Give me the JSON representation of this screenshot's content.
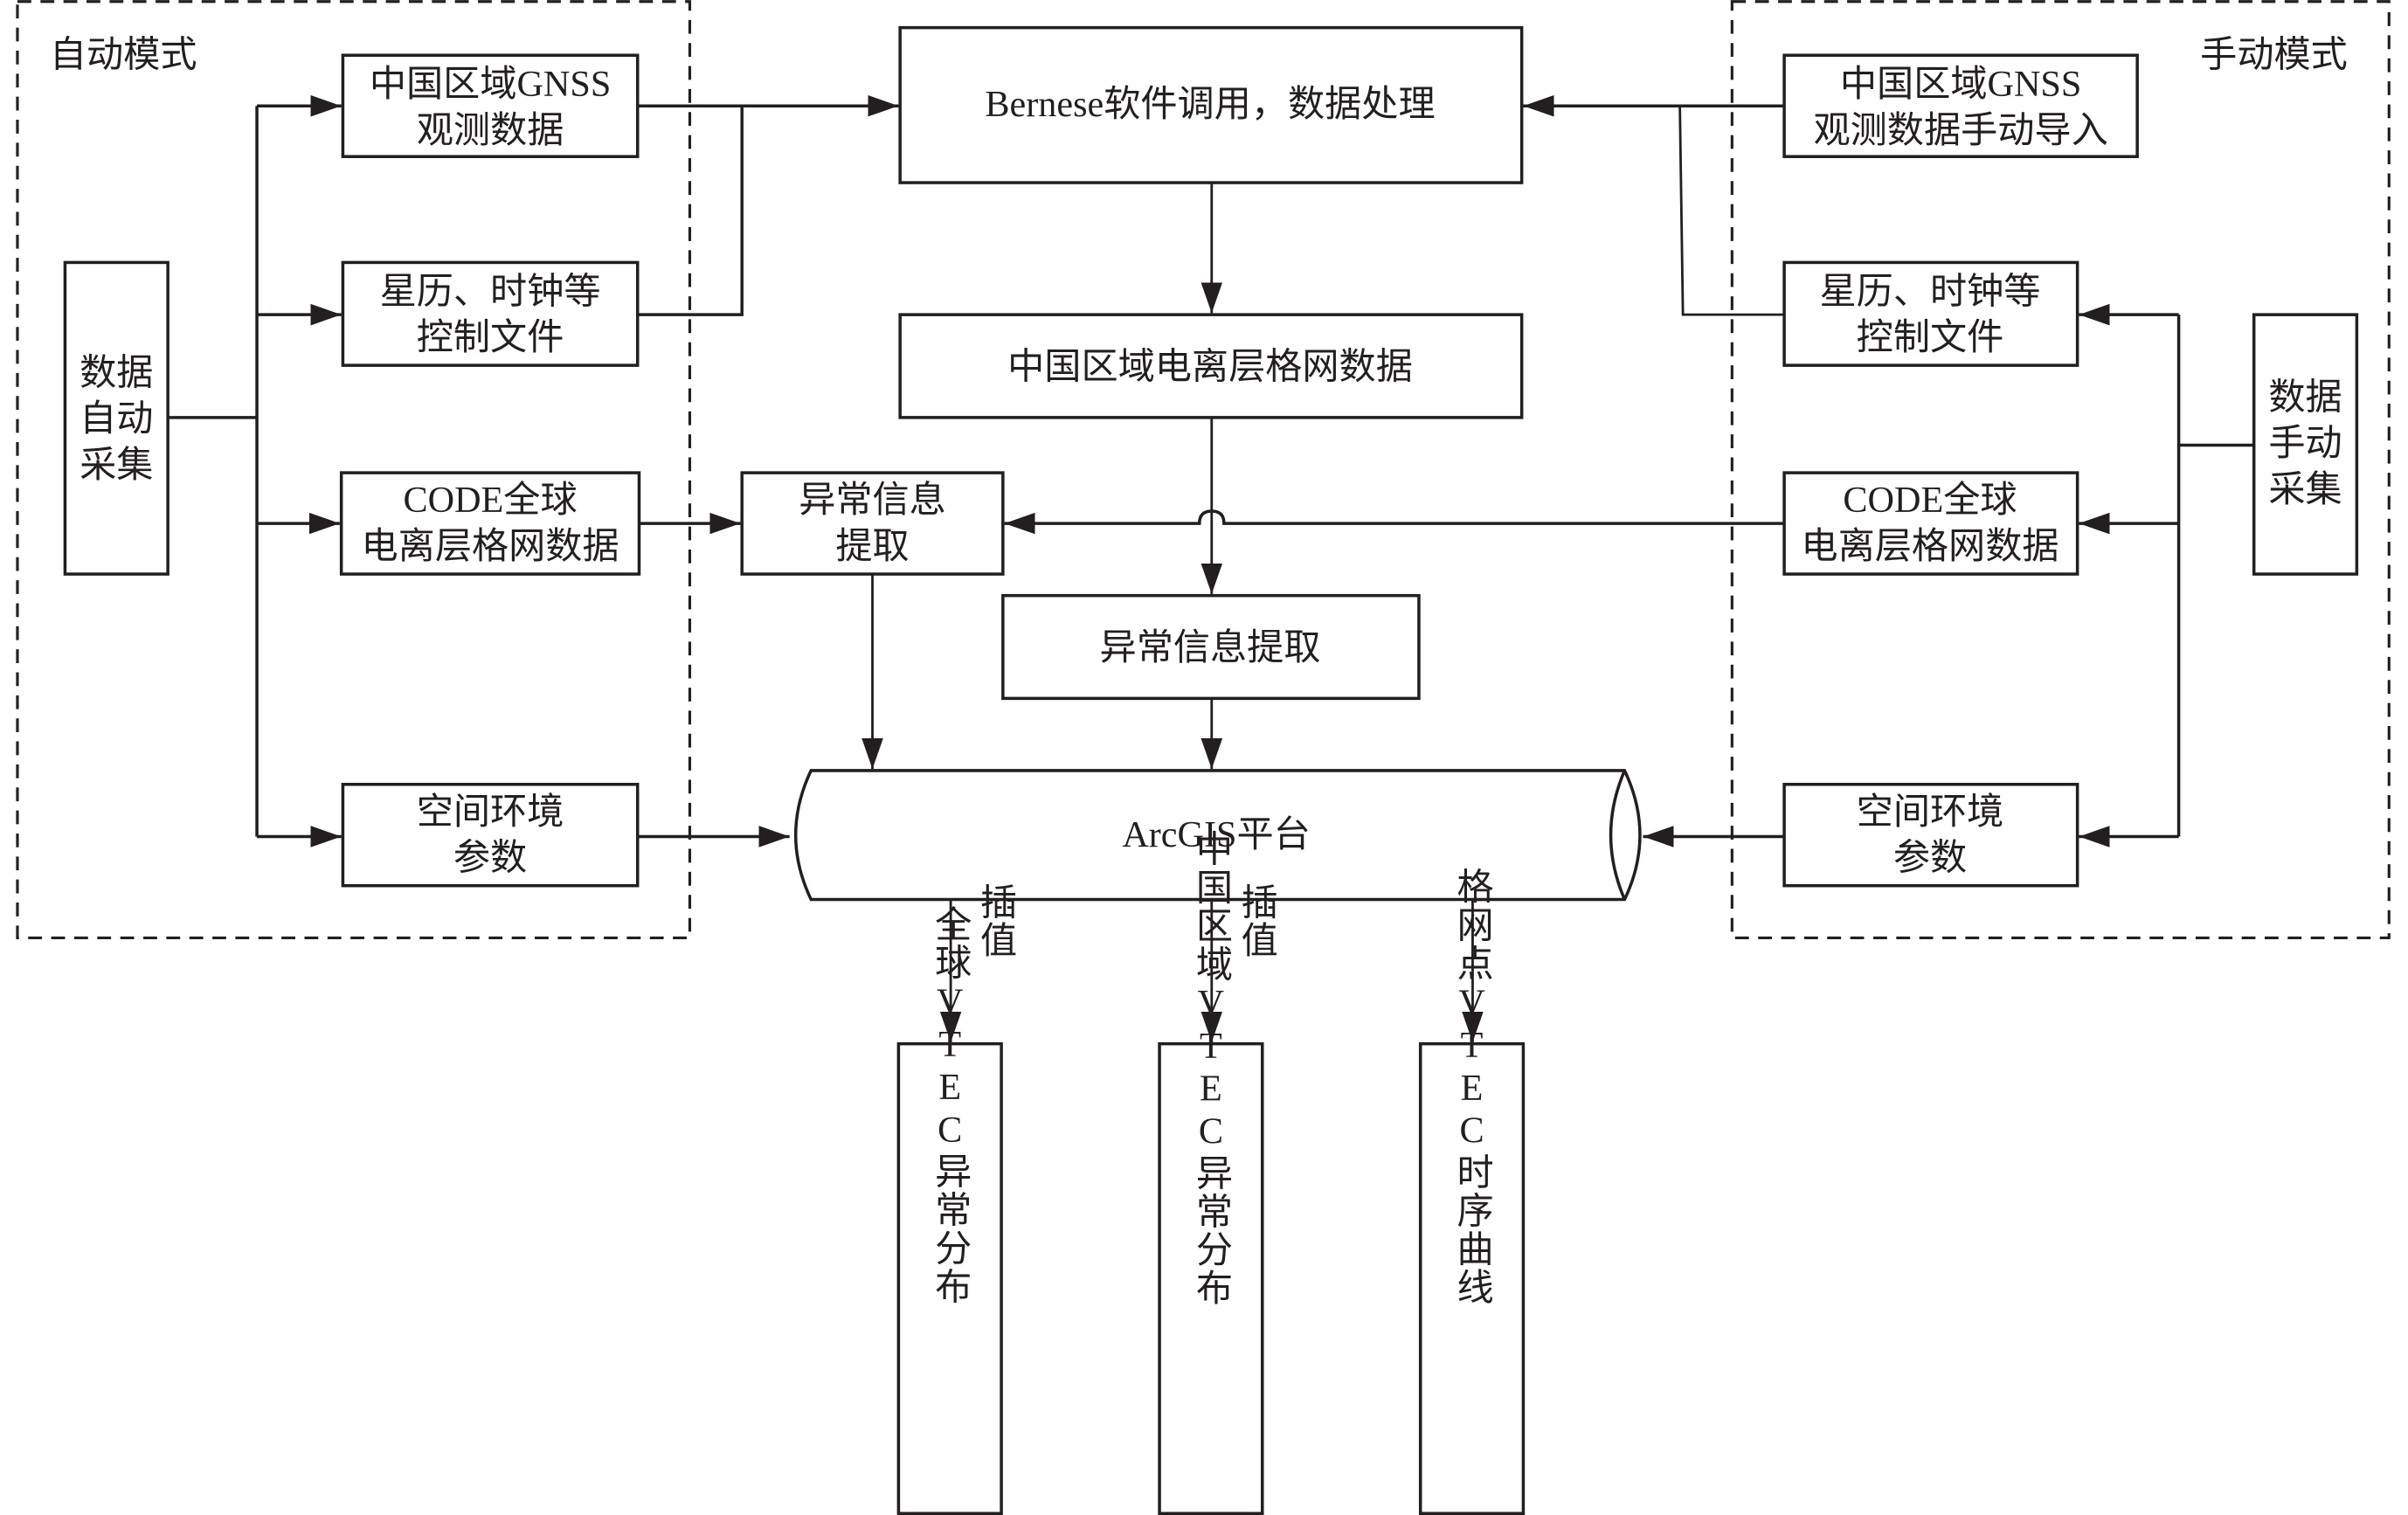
{
  "diagram": {
    "colors": {
      "stroke": "#231f20",
      "background": "#ffffff"
    },
    "auto_mode": {
      "title": "自动模式",
      "source": [
        "数据",
        "自动",
        "采集"
      ],
      "gnss": [
        "中国区域GNSS",
        "观测数据"
      ],
      "ephemeris": [
        "星历、时钟等",
        "控制文件"
      ],
      "code": [
        "CODE全球",
        "电离层格网数据"
      ],
      "space_env": [
        "空间环境",
        "参数"
      ]
    },
    "manual_mode": {
      "title": "手动模式",
      "source": [
        "数据",
        "手动",
        "采集"
      ],
      "gnss": [
        "中国区域GNSS",
        "观测数据手动导入"
      ],
      "ephemeris": [
        "星历、时钟等",
        "控制文件"
      ],
      "code": [
        "CODE全球",
        "电离层格网数据"
      ],
      "space_env": [
        "空间环境",
        "参数"
      ]
    },
    "center": {
      "bernese": "Bernese软件调用，数据处理",
      "china_grid": "中国区域电离层格网数据",
      "anomaly_left": [
        "异常信息",
        "提取"
      ],
      "anomaly_center": "异常信息提取",
      "arcgis": "ArcGIS平台",
      "interp_label_1": "插值",
      "interp_label_2": "插值"
    },
    "outputs": [
      "全球VTEC异常分布",
      "中国区域VTEC异常分布",
      "格网点VTEC时序曲线"
    ]
  }
}
